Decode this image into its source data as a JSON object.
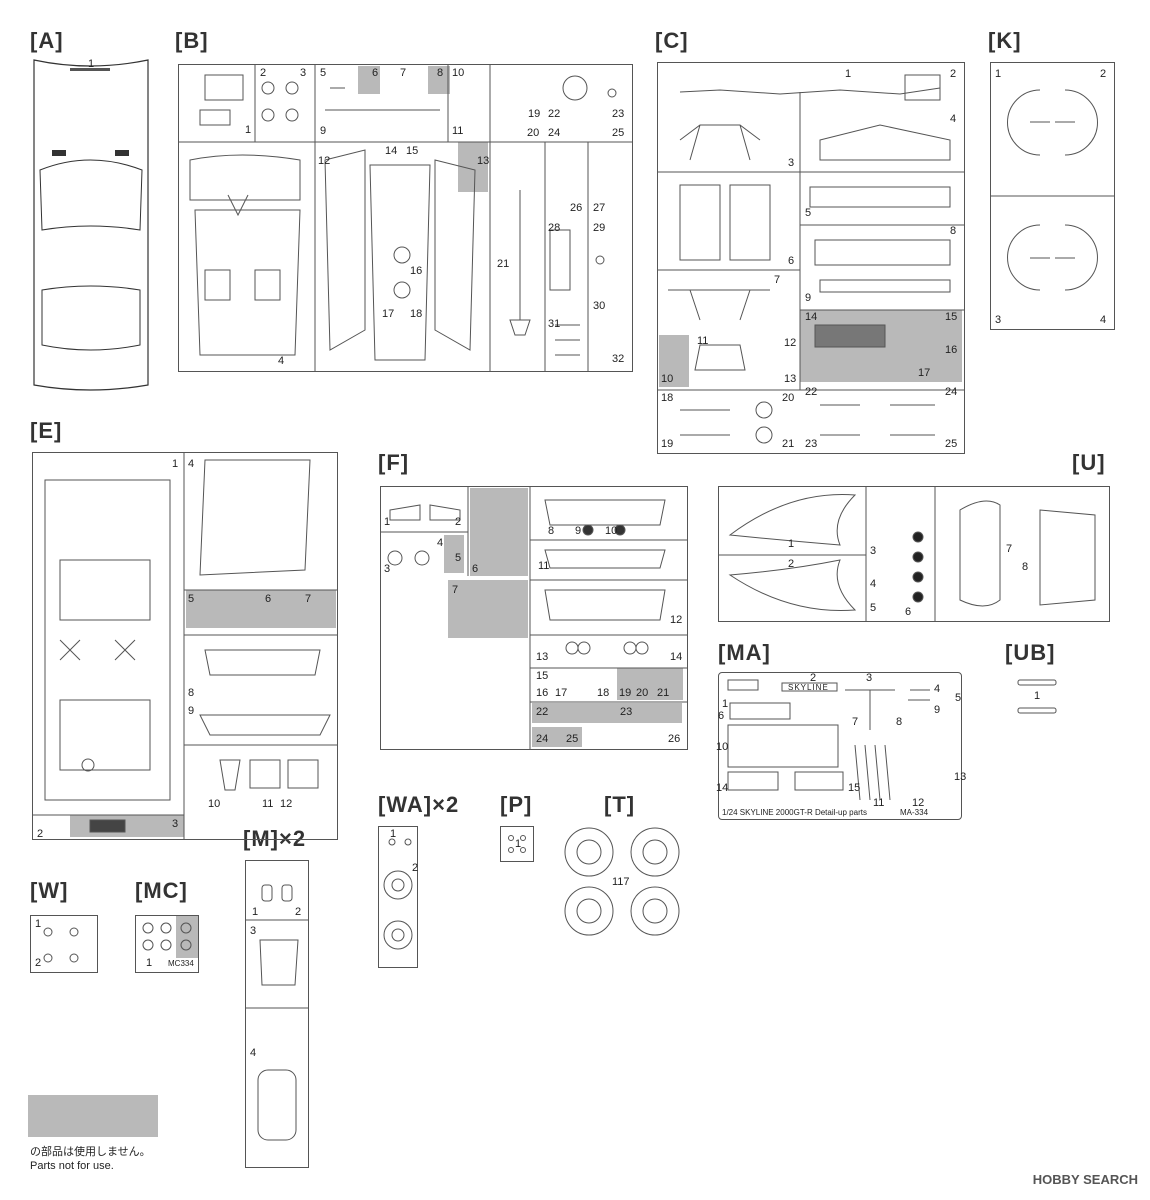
{
  "headers": {
    "A": "[A]",
    "B": "[B]",
    "C": "[C]",
    "K": "[K]",
    "E": "[E]",
    "F": "[F]",
    "U": "[U]",
    "MA": "[MA]",
    "UB": "[UB]",
    "WA": "[WA]×2",
    "P": "[P]",
    "T": "[T]",
    "M": "[M]×2",
    "W": "[W]",
    "MC": "[MC]"
  },
  "sprue_A": {
    "n1": "1"
  },
  "sprue_B": {
    "n1": "1",
    "n2": "2",
    "n3": "3",
    "n4": "4",
    "n5": "5",
    "n6": "6",
    "n7": "7",
    "n8": "8",
    "n9": "9",
    "n10": "10",
    "n11": "11",
    "n12": "12",
    "n13": "13",
    "n14": "14",
    "n15": "15",
    "n16": "16",
    "n17": "17",
    "n18": "18",
    "n19": "19",
    "n20": "20",
    "n21": "21",
    "n22": "22",
    "n23": "23",
    "n24": "24",
    "n25": "25",
    "n26": "26",
    "n27": "27",
    "n28": "28",
    "n29": "29",
    "n30": "30",
    "n31": "31",
    "n32": "32"
  },
  "sprue_C": {
    "n1": "1",
    "n2": "2",
    "n3": "3",
    "n4": "4",
    "n5": "5",
    "n6": "6",
    "n7": "7",
    "n8": "8",
    "n9": "9",
    "n10": "10",
    "n11": "11",
    "n12": "12",
    "n13": "13",
    "n14": "14",
    "n15": "15",
    "n16": "16",
    "n17": "17",
    "n18": "18",
    "n19": "19",
    "n20": "20",
    "n21": "21",
    "n22": "22",
    "n23": "23",
    "n24": "24",
    "n25": "25"
  },
  "sprue_K": {
    "n1": "1",
    "n2": "2",
    "n3": "3",
    "n4": "4"
  },
  "sprue_E": {
    "n1": "1",
    "n2": "2",
    "n3": "3",
    "n4": "4",
    "n5": "5",
    "n6": "6",
    "n7": "7",
    "n8": "8",
    "n9": "9",
    "n10": "10",
    "n11": "11",
    "n12": "12"
  },
  "sprue_F": {
    "n1": "1",
    "n2": "2",
    "n3": "3",
    "n4": "4",
    "n5": "5",
    "n6": "6",
    "n7": "7",
    "n8": "8",
    "n9": "9",
    "n10": "10",
    "n11": "11",
    "n12": "12",
    "n13": "13",
    "n14": "14",
    "n15": "15",
    "n16": "16",
    "n17": "17",
    "n18": "18",
    "n19": "19",
    "n20": "20",
    "n21": "21",
    "n22": "22",
    "n23": "23",
    "n24": "24",
    "n25": "25",
    "n26": "26"
  },
  "sprue_U": {
    "n1": "1",
    "n2": "2",
    "n3": "3",
    "n4": "4",
    "n5": "5",
    "n6": "6",
    "n7": "7",
    "n8": "8"
  },
  "sprue_MA": {
    "n1": "1",
    "n2": "2",
    "n3": "3",
    "n4": "4",
    "n5": "5",
    "n6": "6",
    "n7": "7",
    "n8": "8",
    "n9": "9",
    "n10": "10",
    "n11": "11",
    "n12": "12",
    "n13": "13",
    "n14": "14",
    "n15": "15",
    "skyline": "SKYLINE",
    "caption": "1/24 SKYLINE 2000GT-R Detail-up parts",
    "code": "MA-334"
  },
  "sprue_UB": {
    "n1": "1"
  },
  "sprue_WA": {
    "n1": "1",
    "n2": "2"
  },
  "sprue_P": {
    "n1": "1"
  },
  "sprue_T": {
    "n117": "117"
  },
  "sprue_M": {
    "n1": "1",
    "n2": "2",
    "n3": "3",
    "n4": "4"
  },
  "sprue_W": {
    "n1": "1",
    "n2": "2"
  },
  "sprue_MC": {
    "n1": "1",
    "code": "MC334"
  },
  "legend": {
    "jp": "の部品は使用しません。",
    "en": "Parts not for use.",
    "color": "#b9b9b9"
  },
  "watermark": "HOBBY SEARCH"
}
